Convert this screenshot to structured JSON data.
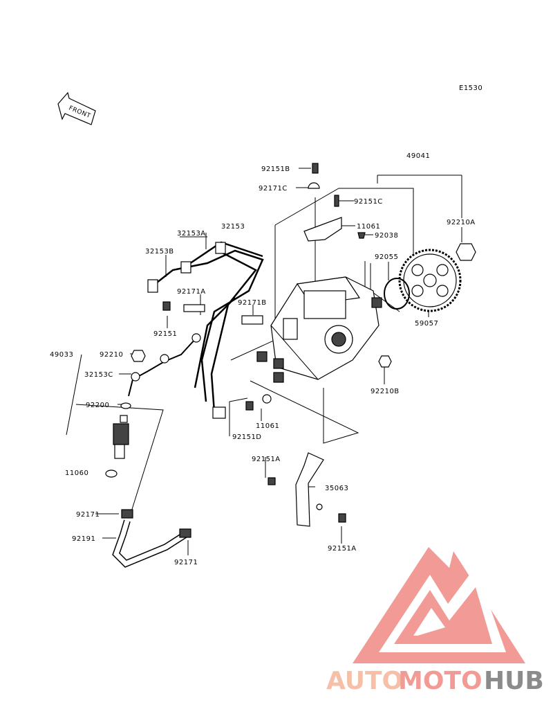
{
  "diagram": {
    "code": "E1530",
    "front_label": "FRONT",
    "part_labels": {
      "p49041": "49041",
      "p92151B": "92151B",
      "p92171C": "92171C",
      "p92151C": "92151C",
      "p11061_top": "11061",
      "p92038": "92038",
      "p92210A": "92210A",
      "p32153": "32153",
      "p32153A": "32153A",
      "p32153B": "32153B",
      "p92171A": "92171A",
      "p92171B": "92171B",
      "p92055": "92055",
      "p59057": "59057",
      "p92151": "92151",
      "p49033": "49033",
      "p92210": "92210",
      "p32153C": "32153C",
      "p92200": "92200",
      "p92210B": "92210B",
      "p11061_bot": "11061",
      "p92151D": "92151D",
      "p11060": "11060",
      "p92151A_top": "92151A",
      "p35063": "35063",
      "p92171_left": "92171",
      "p92191": "92191",
      "p92171_bot": "92171",
      "p92151A_bot": "92151A"
    }
  },
  "watermark": {
    "part1": "AUTO",
    "part2": "MOTO",
    "part3": "HUB",
    "logo_color": "#f08a84"
  }
}
